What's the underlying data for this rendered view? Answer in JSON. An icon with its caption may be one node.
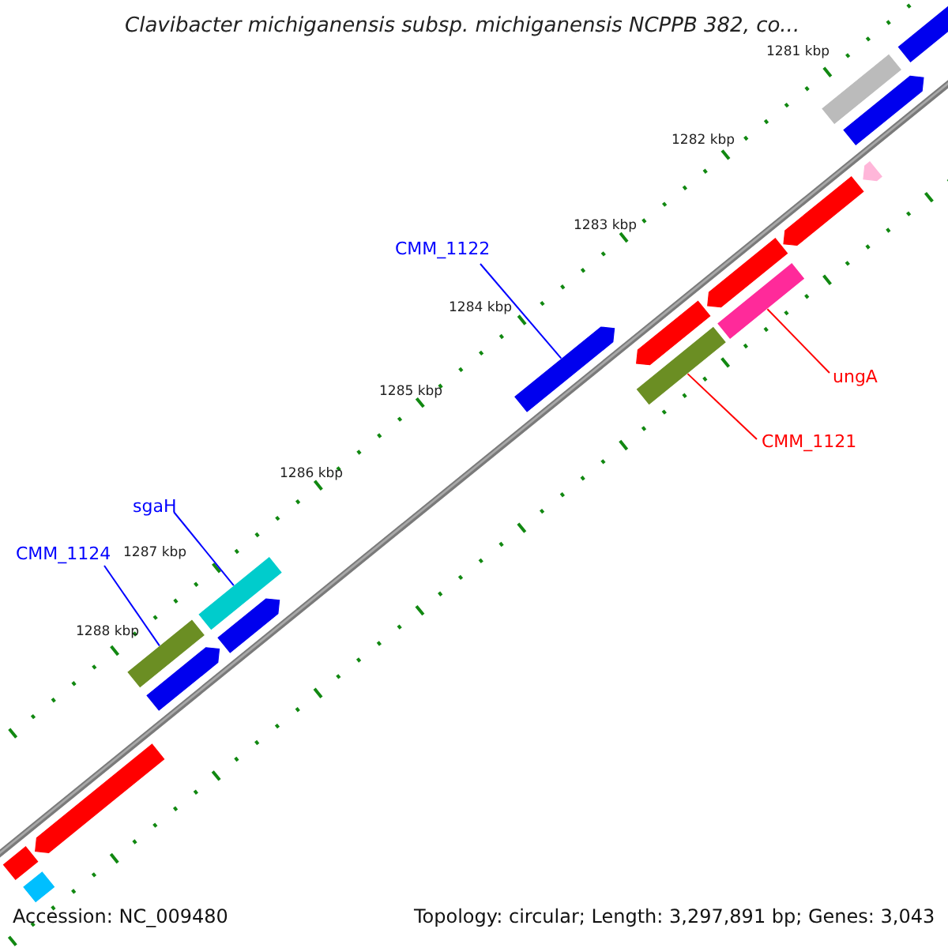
{
  "diagram": {
    "title": "Clavibacter michiganensis subsp. michiganensis NCPPB 382, co...",
    "nodes": [
      {
        "text": [
          "CMM_1122"
        ]
      },
      {
        "text": [],
        "shape": "bar"
      },
      {
        "text": [
          "ungA"
        ]
      },
      {
        "text": [],
        "shape": "bar"
      },
      {
        "text": [
          "CMM_1121"
        ]
      },
      {
        "text": [],
        "shape": "bar"
      },
      {
        "text": [
          "sgaH"
        ]
      },
      {
        "text": [],
        "shape": "bar"
      },
      {
        "text": [
          "CMM_1124"
        ]
      },
      {
        "text": [],
        "shape": "bar"
      },
      {
        "text": [],
        "shape": "bar"
      },
      {
        "text": [],
        "shape": "bar"
      },
      {
        "text": [],
        "shape": "bar"
      },
      {
        "text": [],
        "shape": "bar"
      },
      {
        "text": [],
        "shape": "bar"
      },
      {
        "text": [],
        "shape": "bar"
      },
      {
        "text": [],
        "shape": "bar"
      },
      {
        "text": [],
        "shape": "bar"
      },
      {
        "text": [],
        "shape": "bar"
      },
      {
        "text": [],
        "shape": "bar"
      },
      {
        "text": [],
        "shape": "bar"
      },
      {
        "text": [],
        "shape": "bar"
      }
    ],
    "edges": [
      {
        "from": 0,
        "to": 1,
        "arrow": "none"
      },
      {
        "from": 2,
        "to": 3,
        "arrow": "none",
        "color": "#ff0000"
      },
      {
        "from": 4,
        "to": 5,
        "arrow": "none",
        "color": "#ff0000"
      },
      {
        "from": 6,
        "to": 7,
        "arrow": "none"
      },
      {
        "from": 8,
        "to": 9,
        "arrow": "none"
      }
    ],
    "labels": [
      "1281 kbp",
      "1282 kbp",
      "1283 kbp",
      "1284 kbp",
      "1285 kbp",
      "1286 kbp",
      "1287 kbp",
      "1288 kbp",
      "Accession: NC_009480",
      "Topology: circular; Length: 3,297,891 bp; Genes: 3,043"
    ]
  }
}
